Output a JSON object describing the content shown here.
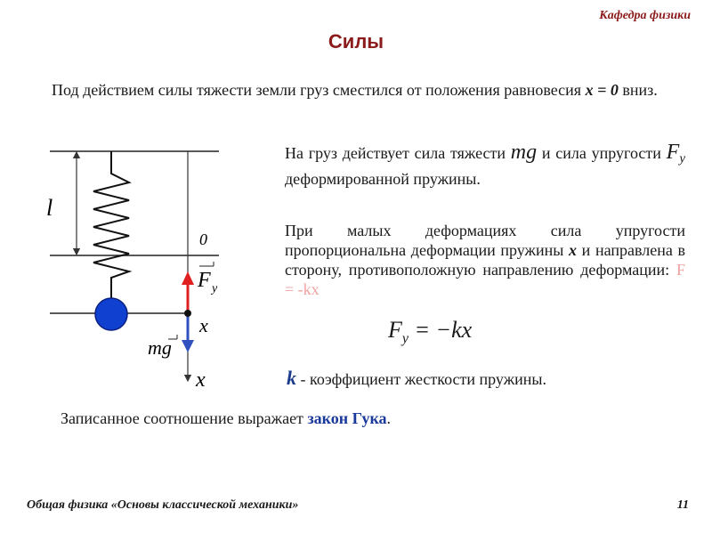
{
  "header": {
    "dept": "Кафедра физики",
    "title": "Силы"
  },
  "intro": {
    "text1": "Под действием силы тяжести земли груз сместился от положения равновесия ",
    "eq": "x = 0",
    "text2": " вниз."
  },
  "block1": {
    "p1": "На груз действует сила тяжести ",
    "mg": "mg",
    "p2": " и сила упругости ",
    "fy": "F",
    "fy_sub": "y",
    "p3": " деформированной пружины."
  },
  "block2": {
    "p1": "При малых деформациях сила упругости пропорциональна деформации пружины ",
    "x": "x",
    "p2": " и направлена в сторону, противоположную направлению деформации:",
    "faded": " F = -kx"
  },
  "formula": {
    "f": "F",
    "sub": "y",
    "rhs": " = −kx"
  },
  "kline": {
    "k": "k",
    "text": " - коэффициент жесткости пружины."
  },
  "hooke": {
    "text": "Записанное соотношение выражает ",
    "law": "закон Гука",
    "dot": "."
  },
  "diagram": {
    "l_label": "l",
    "zero_label": "0",
    "fy_label": "F",
    "fy_sub": "y",
    "x_label1": "x",
    "mg_label": "mg",
    "x_label2": "x"
  },
  "footer": {
    "course": "Общая физика «Основы классической механики»",
    "page": "11"
  },
  "colors": {
    "accent": "#8b1a1a",
    "force_up": "#e02020",
    "force_down": "#3050c0",
    "ball": "#1040d0"
  }
}
